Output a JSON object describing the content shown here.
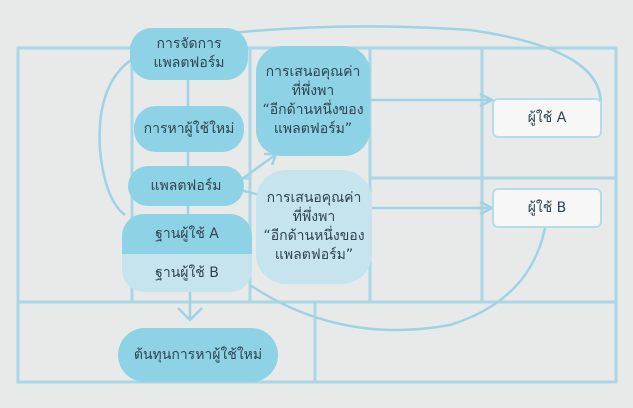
{
  "key_activities": {
    "label": "การจัดการ\nแพลตฟอร์ม"
  },
  "acquisition": {
    "label": "การหาผู้ใช้ใหม่"
  },
  "platform": {
    "label": "แพลตฟอร์ม"
  },
  "user_base_a": {
    "label": "ฐานผู้ใช้ A"
  },
  "user_base_b": {
    "label": "ฐานผู้ใช้ B"
  },
  "value_prop_1": {
    "label": "การเสนอคุณค่า\nที่พึ่งพา\n“อีกด้านหนึ่งของ\nแพลตฟอร์ม”"
  },
  "value_prop_2": {
    "label": "การเสนอคุณค่า\nที่พึ่งพา\n“อีกด้านหนึ่งของ\nแพลตฟอร์ม”"
  },
  "segment_a": {
    "label": "ผู้ใช้ A"
  },
  "segment_b": {
    "label": "ผู้ใช้ B"
  },
  "cost": {
    "label": "ต้นทุนการหาผู้ใช้ใหม่"
  },
  "colors": {
    "line": "#a9d7e5",
    "bubble": "#8ed2e6",
    "bubble_light": "#c5e4ee"
  }
}
